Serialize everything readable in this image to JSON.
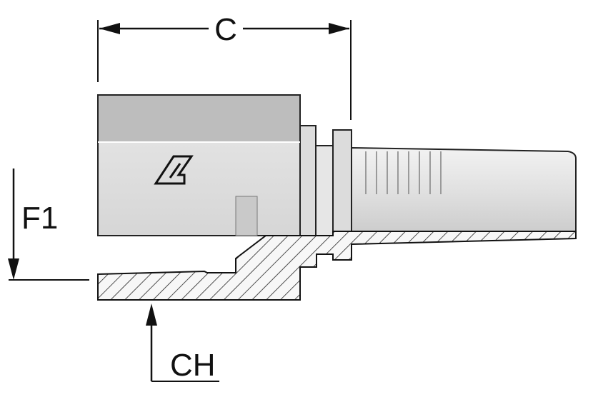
{
  "labels": {
    "length_dimension": "C",
    "thread_dimension": "F1",
    "hex_dimension": "CH"
  },
  "colors": {
    "line": "#111111",
    "body_light": "#e3e3e3",
    "body_mid": "#cfcfcf",
    "hex_top": "#bdbdbd",
    "section_fill": "#f7f7f7",
    "background": "#ffffff"
  },
  "icons": {
    "manufacturer_mark": "stylized-logo-icon",
    "hatch": "section-hatch-pattern"
  }
}
